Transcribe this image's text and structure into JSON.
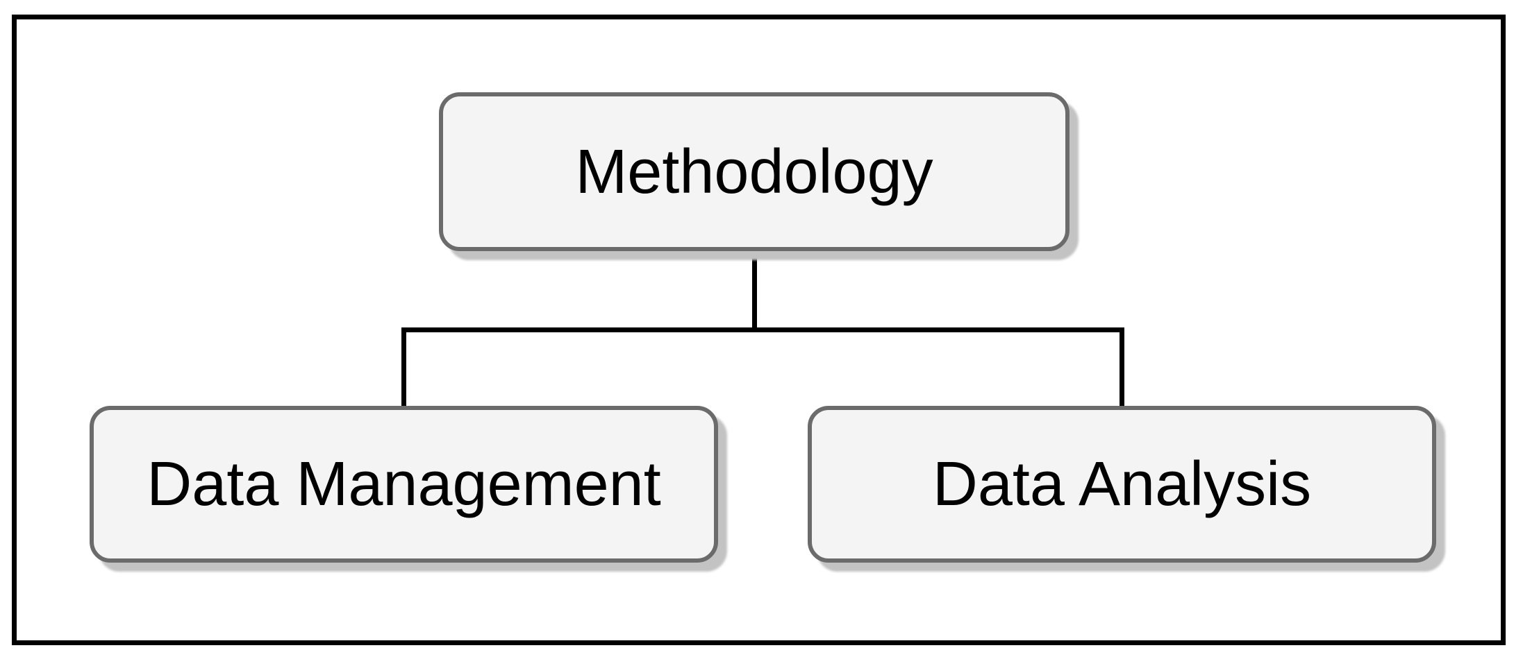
{
  "diagram": {
    "type": "hierarchy",
    "nodes": [
      {
        "id": "methodology",
        "label": "Methodology",
        "level": 0
      },
      {
        "id": "data-management",
        "label": "Data Management",
        "level": 1,
        "parent": "methodology"
      },
      {
        "id": "data-analysis",
        "label": "Data Analysis",
        "level": 1,
        "parent": "methodology"
      }
    ],
    "edges": [
      {
        "from": "methodology",
        "to": "data-management"
      },
      {
        "from": "methodology",
        "to": "data-analysis"
      }
    ],
    "colors": {
      "background": "#ffffff",
      "frame_border": "#000000",
      "connector": "#000000",
      "node_fill": "#f4f4f4",
      "node_border": "#6b6b6b",
      "node_shadow": "#c3c3c3",
      "text": "#000000"
    }
  }
}
